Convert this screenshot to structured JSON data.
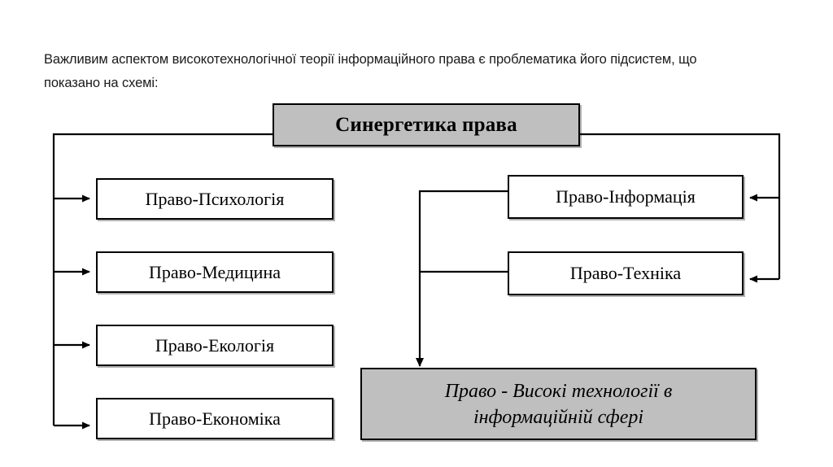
{
  "intro": {
    "text": "Важливим аспектом високотехнологічної теорії інформаційного права є проблематика його підсистем, що показано на схемі:"
  },
  "diagram": {
    "title_node": {
      "label": "Синергетика права"
    },
    "left_nodes": [
      {
        "label": "Право-Психологія"
      },
      {
        "label": "Право-Медицина"
      },
      {
        "label": "Право-Екологія"
      },
      {
        "label": "Право-Економіка"
      }
    ],
    "right_nodes": [
      {
        "label": "Право-Інформація"
      },
      {
        "label": "Право-Техніка"
      }
    ],
    "bottom_node": {
      "label": "Право - Високі технології в\nінформаційній сфері"
    },
    "colors": {
      "fill_gray": "#bfbfbf",
      "fill_white": "#ffffff",
      "stroke": "#000000",
      "text": "#000000"
    }
  }
}
